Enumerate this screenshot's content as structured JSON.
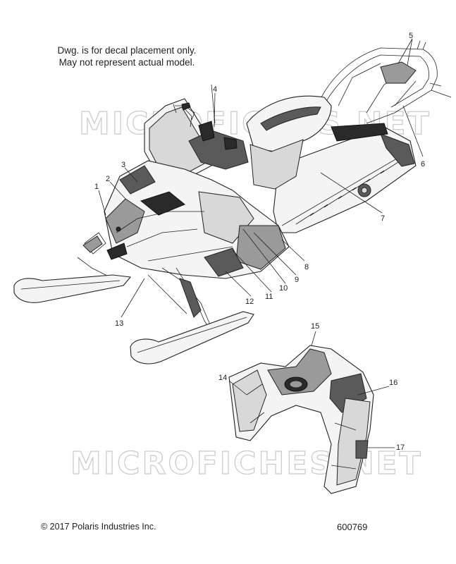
{
  "notes": {
    "line1": "Dwg. is for decal placement only.",
    "line2": "May not represent actual model."
  },
  "watermark": {
    "text": "MICROFICHES.NET",
    "color": "#c9c9c9"
  },
  "footer": {
    "copyright": "© 2017 Polaris Industries Inc.",
    "drawing_number": "600769"
  },
  "callouts": [
    {
      "id": "1",
      "label": "1"
    },
    {
      "id": "2",
      "label": "2"
    },
    {
      "id": "3",
      "label": "3"
    },
    {
      "id": "4",
      "label": "4"
    },
    {
      "id": "5",
      "label": "5"
    },
    {
      "id": "6",
      "label": "6"
    },
    {
      "id": "7",
      "label": "7"
    },
    {
      "id": "8",
      "label": "8"
    },
    {
      "id": "9",
      "label": "9"
    },
    {
      "id": "10",
      "label": "10"
    },
    {
      "id": "11",
      "label": "11"
    },
    {
      "id": "12",
      "label": "12"
    },
    {
      "id": "13",
      "label": "13"
    },
    {
      "id": "14",
      "label": "14"
    },
    {
      "id": "15",
      "label": "15"
    },
    {
      "id": "16",
      "label": "16"
    },
    {
      "id": "17",
      "label": "17"
    }
  ]
}
